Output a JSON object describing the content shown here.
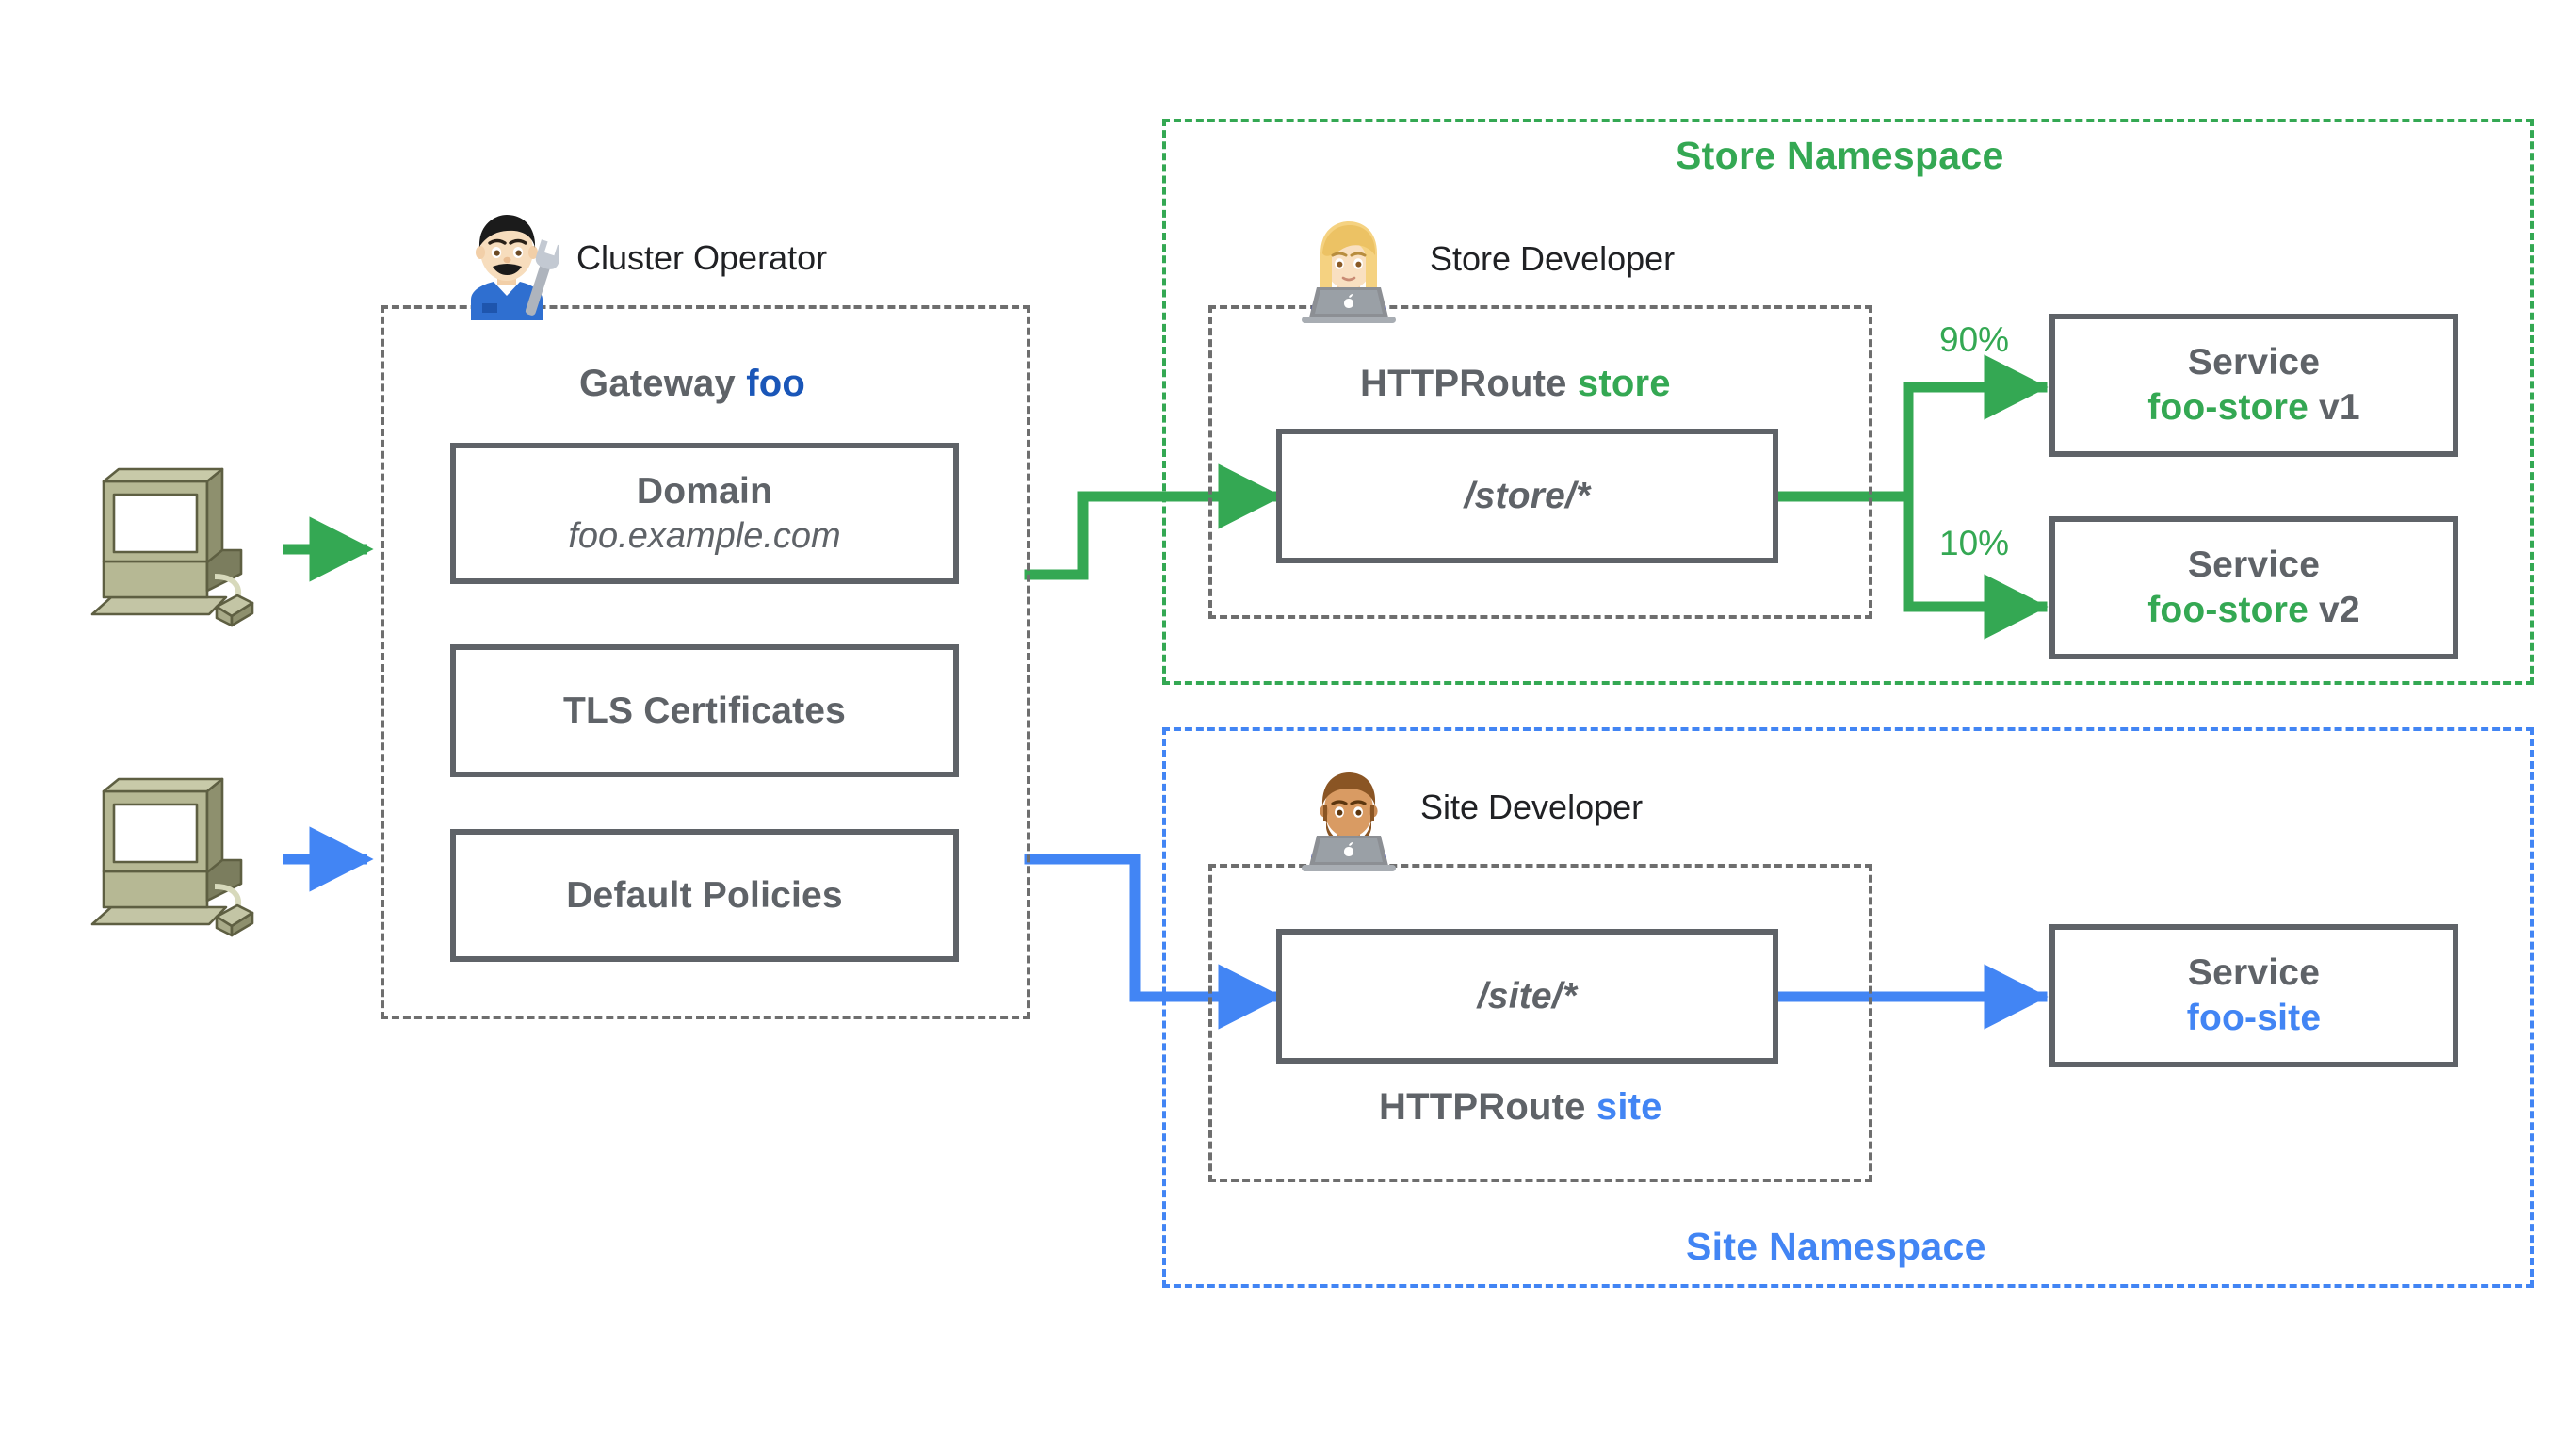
{
  "diagram": {
    "title": "Kubernetes Gateway API role-oriented diagram",
    "colors": {
      "green": "#34A853",
      "blue": "#4285F4",
      "deep_blue": "#1A56B8",
      "grey": "#5f6368",
      "dashed_grey": "#6e6e6e",
      "background": "#ffffff"
    }
  },
  "clients": [
    {
      "name": "client-top",
      "icon": "desktop-computer-icon",
      "arrow_color": "#34A853"
    },
    {
      "name": "client-bottom",
      "icon": "desktop-computer-icon",
      "arrow_color": "#4285F4"
    }
  ],
  "gateway": {
    "persona": {
      "label": "Cluster Operator",
      "icon": "man-mechanic-emoji"
    },
    "heading_prefix": "Gateway",
    "heading_name": "foo",
    "items": [
      {
        "title": "Domain",
        "subtitle": "foo.example.com"
      },
      {
        "title": "TLS Certificates",
        "subtitle": ""
      },
      {
        "title": "Default Policies",
        "subtitle": ""
      }
    ]
  },
  "store_namespace": {
    "title": "Store Namespace",
    "persona": {
      "label": "Store Developer",
      "icon": "woman-technologist-emoji"
    },
    "route": {
      "heading_prefix": "HTTPRoute",
      "heading_name": "store",
      "heading_position": "above",
      "match": "/store/*"
    },
    "backends": [
      {
        "weight": "90%",
        "kind": "Service",
        "name": "foo-store",
        "version": "v1"
      },
      {
        "weight": "10%",
        "kind": "Service",
        "name": "foo-store",
        "version": "v2"
      }
    ]
  },
  "site_namespace": {
    "title": "Site Namespace",
    "persona": {
      "label": "Site Developer",
      "icon": "man-technologist-emoji"
    },
    "route": {
      "heading_prefix": "HTTPRoute",
      "heading_name": "site",
      "heading_position": "below",
      "match": "/site/*"
    },
    "backends": [
      {
        "weight": "",
        "kind": "Service",
        "name": "foo-site",
        "version": ""
      }
    ]
  }
}
